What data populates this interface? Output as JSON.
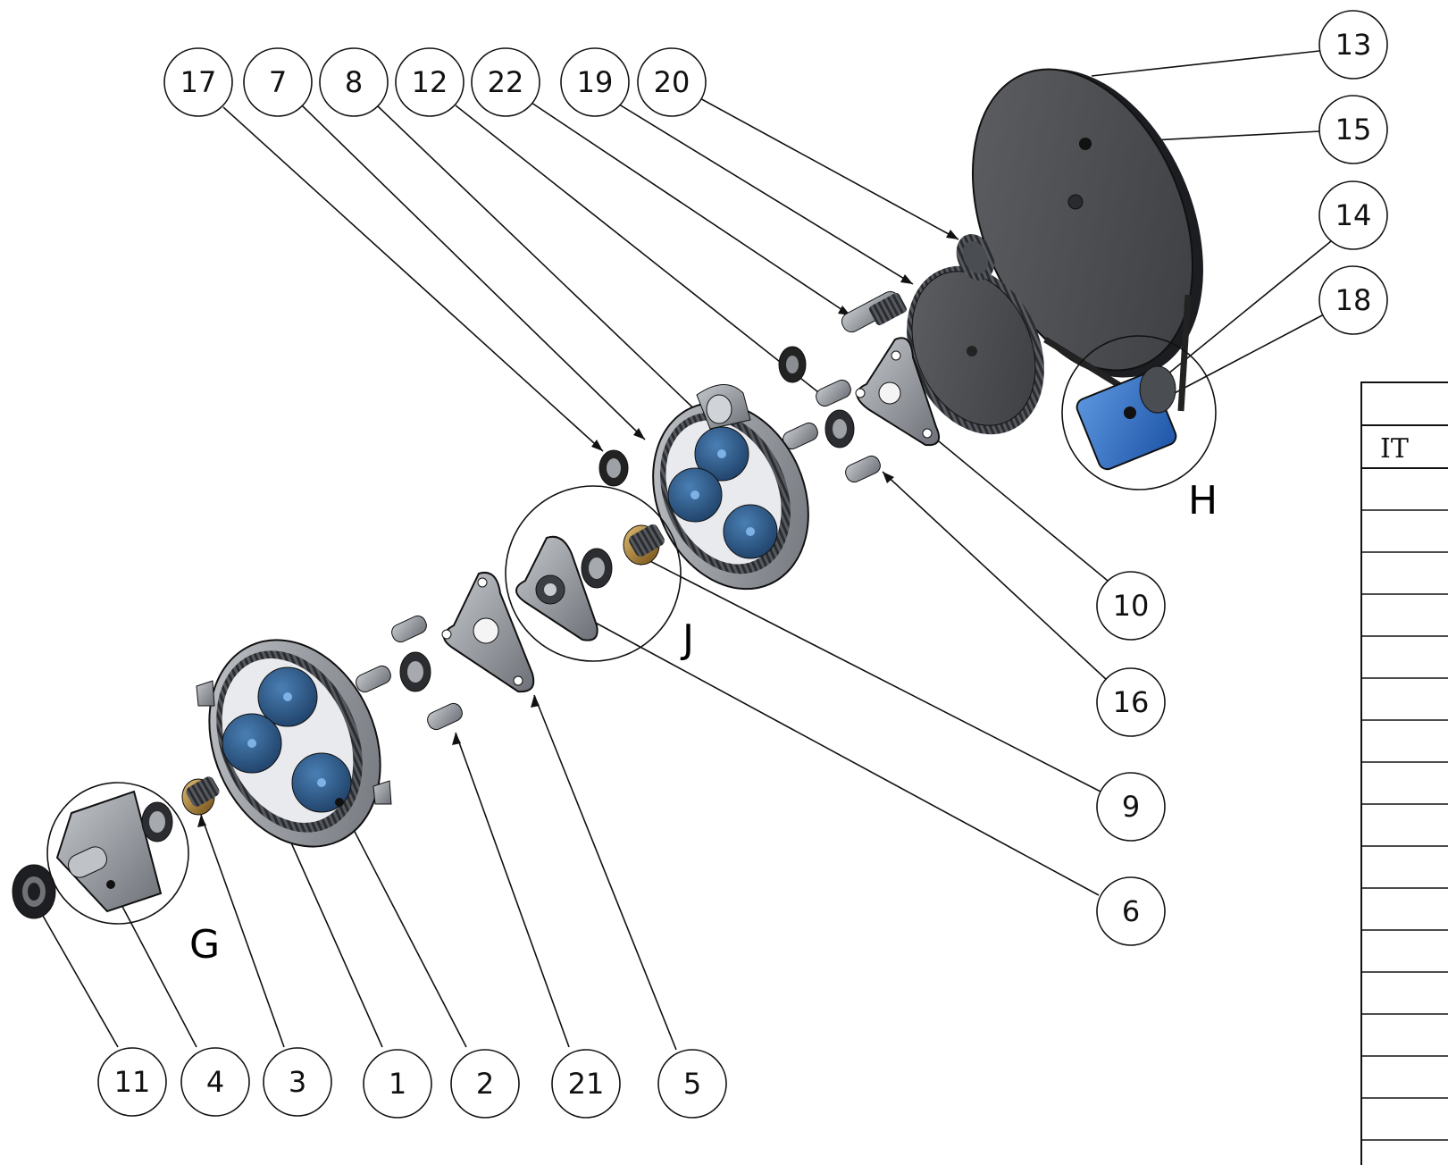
{
  "drawing": {
    "type": "exploded assembly view",
    "colors": {
      "part_gray": "#8f9399",
      "part_dark": "#4a4d52",
      "gear_blue": "#2f5a86",
      "motor_blue": "#3b78c8",
      "brass": "#b58a3c",
      "line": "#111111"
    }
  },
  "balloons": [
    {
      "label": "17",
      "icon": "balloon"
    },
    {
      "label": "7",
      "icon": "balloon"
    },
    {
      "label": "8",
      "icon": "balloon"
    },
    {
      "label": "12",
      "icon": "balloon"
    },
    {
      "label": "22",
      "icon": "balloon"
    },
    {
      "label": "19",
      "icon": "balloon"
    },
    {
      "label": "20",
      "icon": "balloon"
    },
    {
      "label": "13",
      "icon": "balloon"
    },
    {
      "label": "15",
      "icon": "balloon"
    },
    {
      "label": "14",
      "icon": "balloon"
    },
    {
      "label": "18",
      "icon": "balloon"
    },
    {
      "label": "10",
      "icon": "balloon"
    },
    {
      "label": "16",
      "icon": "balloon"
    },
    {
      "label": "9",
      "icon": "balloon"
    },
    {
      "label": "6",
      "icon": "balloon"
    },
    {
      "label": "11",
      "icon": "balloon"
    },
    {
      "label": "4",
      "icon": "balloon"
    },
    {
      "label": "3",
      "icon": "balloon"
    },
    {
      "label": "1",
      "icon": "balloon"
    },
    {
      "label": "2",
      "icon": "balloon"
    },
    {
      "label": "21",
      "icon": "balloon"
    },
    {
      "label": "5",
      "icon": "balloon"
    }
  ],
  "details": [
    {
      "label": "G"
    },
    {
      "label": "J"
    },
    {
      "label": "H"
    }
  ],
  "bom_table": {
    "header_fragment": "IT",
    "visible_rows": 18
  }
}
